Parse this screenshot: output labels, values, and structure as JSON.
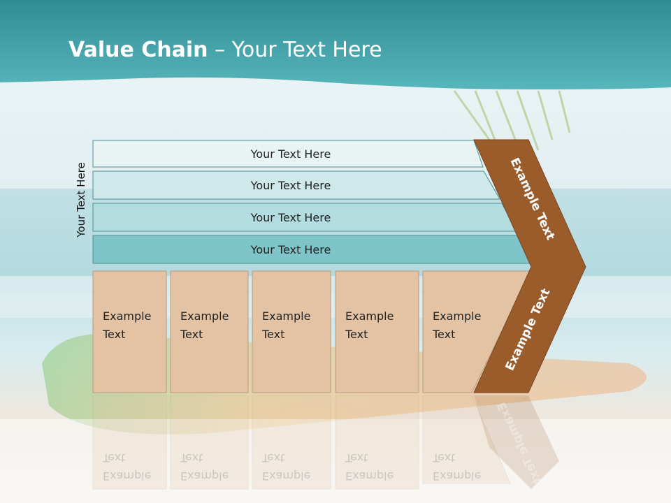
{
  "title": {
    "bold": "Value Chain",
    "separator": " – ",
    "rest": "Your Text Here"
  },
  "vertical_label": "Your Text Here",
  "support_rows": [
    {
      "label": "Your Text Here",
      "color": "#e8f4f4"
    },
    {
      "label": "Your Text Here",
      "color": "#cfe8ea"
    },
    {
      "label": "Your Text Here",
      "color": "#b3dcdf"
    },
    {
      "label": "Your Text Here",
      "color": "#7fc4c8"
    }
  ],
  "primary_boxes": [
    {
      "line1": "Example",
      "line2": "Text"
    },
    {
      "line1": "Example",
      "line2": "Text"
    },
    {
      "line1": "Example",
      "line2": "Text"
    },
    {
      "line1": "Example",
      "line2": "Text"
    },
    {
      "line1": "Example",
      "line2": "Text"
    }
  ],
  "arrow": {
    "upper_label": "Example Text",
    "lower_label": "Example Text",
    "color": "#9a5c2b"
  },
  "colors": {
    "header": "#3f9ea4",
    "box_fill": "#e3c3a3",
    "box_stroke": "#b89a7e",
    "row_stroke": "#4c8f95"
  }
}
